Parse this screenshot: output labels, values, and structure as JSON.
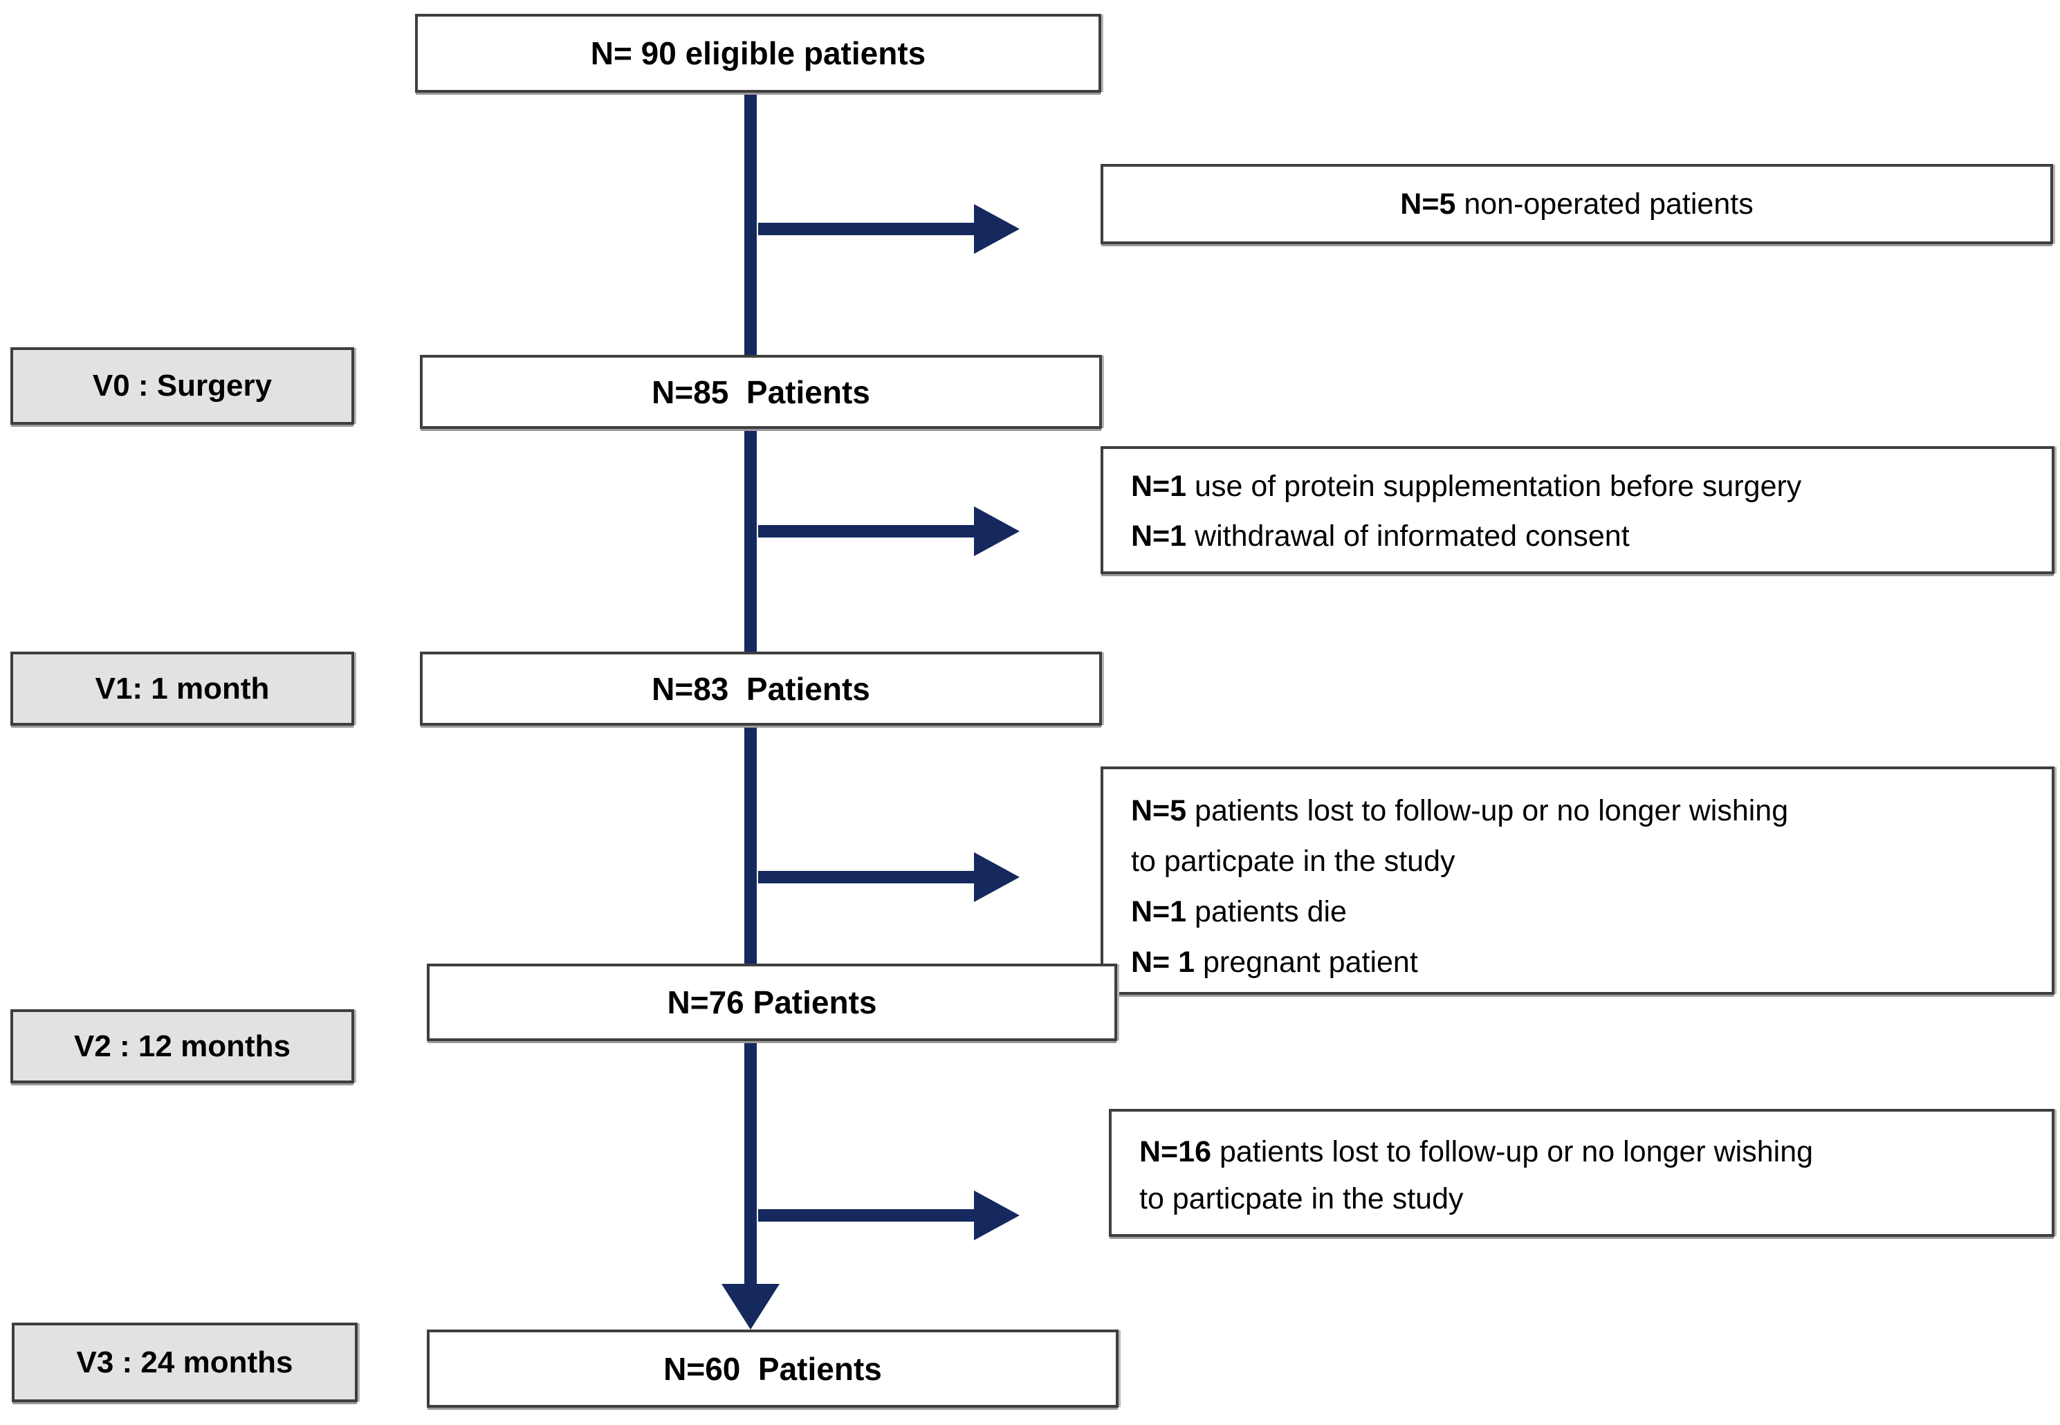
{
  "colors": {
    "arrow": "#16295E",
    "box_border": "#3E3E3E",
    "stage_label_fill": "#E2E2E2",
    "text": "#000000",
    "background": "#FFFFFF"
  },
  "flow": {
    "top_box": "N= 90 eligible patients",
    "stages": [
      {
        "label": "V0 : Surgery",
        "box": "N=85  Patients"
      },
      {
        "label": "V1: 1 month",
        "box": "N=83  Patients"
      },
      {
        "label": "V2 : 12 months",
        "box": "N=76 Patients"
      },
      {
        "label": "V3 : 24 months",
        "box": "N=60  Patients"
      }
    ],
    "exclusions": [
      {
        "lines": [
          {
            "n": "N=5",
            "text": " non-operated patients"
          }
        ]
      },
      {
        "lines": [
          {
            "n": "N=1",
            "text": " use of protein supplementation before surgery"
          },
          {
            "n": "N=1",
            "text": " withdrawal of informated consent"
          }
        ]
      },
      {
        "lines": [
          {
            "n": "N=5",
            "text": " patients lost to follow-up or no longer wishing"
          },
          {
            "n": "",
            "text": "to particpate in the study"
          },
          {
            "n": "N=1",
            "text": " patients die"
          },
          {
            "n": "N= 1",
            "text": " pregnant patient"
          }
        ]
      },
      {
        "lines": [
          {
            "n": "N=16",
            "text": " patients lost to follow-up or no longer wishing"
          },
          {
            "n": "",
            "text": "to particpate in the study"
          }
        ]
      }
    ]
  }
}
